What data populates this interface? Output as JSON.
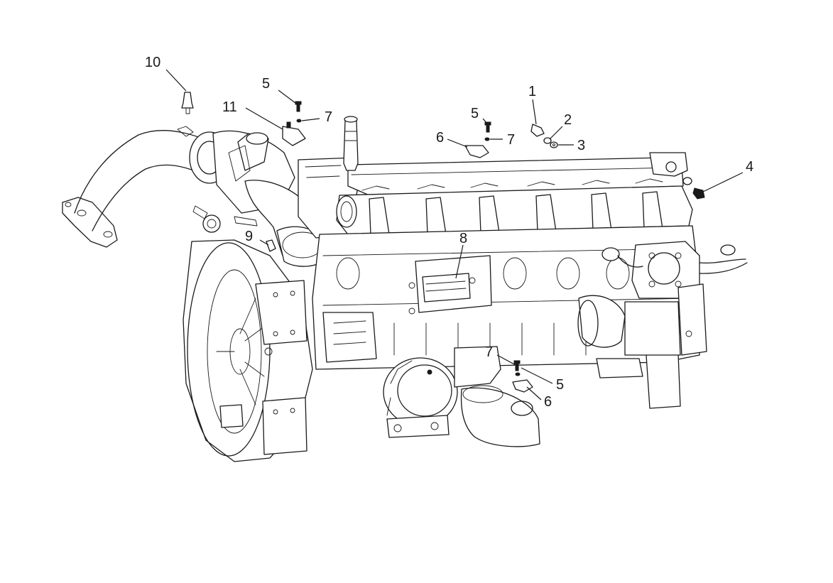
{
  "diagram": {
    "callouts": [
      {
        "id": "c1",
        "label": "1"
      },
      {
        "id": "c2",
        "label": "2"
      },
      {
        "id": "c3",
        "label": "3"
      },
      {
        "id": "c4",
        "label": "4"
      },
      {
        "id": "c5a",
        "label": "5"
      },
      {
        "id": "c5b",
        "label": "5"
      },
      {
        "id": "c5c",
        "label": "5"
      },
      {
        "id": "c6a",
        "label": "6"
      },
      {
        "id": "c6b",
        "label": "6"
      },
      {
        "id": "c7a",
        "label": "7"
      },
      {
        "id": "c7b",
        "label": "7"
      },
      {
        "id": "c7c",
        "label": "7"
      },
      {
        "id": "c8",
        "label": "8"
      },
      {
        "id": "c9",
        "label": "9"
      },
      {
        "id": "c10",
        "label": "10"
      },
      {
        "id": "c11",
        "label": "11"
      }
    ]
  }
}
